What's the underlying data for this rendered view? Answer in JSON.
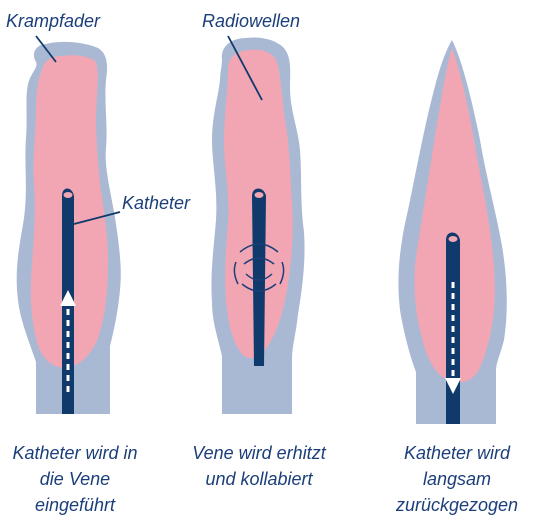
{
  "labels": {
    "krampfader": "Krampfader",
    "radiowellen": "Radiowellen",
    "katheter": "Katheter"
  },
  "captions": [
    {
      "lines": [
        "Katheter wird in",
        "die Vene",
        "eingeführt"
      ]
    },
    {
      "lines": [
        "Vene wird erhitzt",
        "und kollabiert"
      ]
    },
    {
      "lines": [
        "Katheter wird",
        "langsam",
        "zurückgezogen"
      ]
    }
  ],
  "colors": {
    "vein_wall": "#a9b9d4",
    "vein_lumen": "#f2a6b4",
    "catheter": "#103a6c",
    "text": "#1c3f7a",
    "arrow": "#ffffff"
  }
}
